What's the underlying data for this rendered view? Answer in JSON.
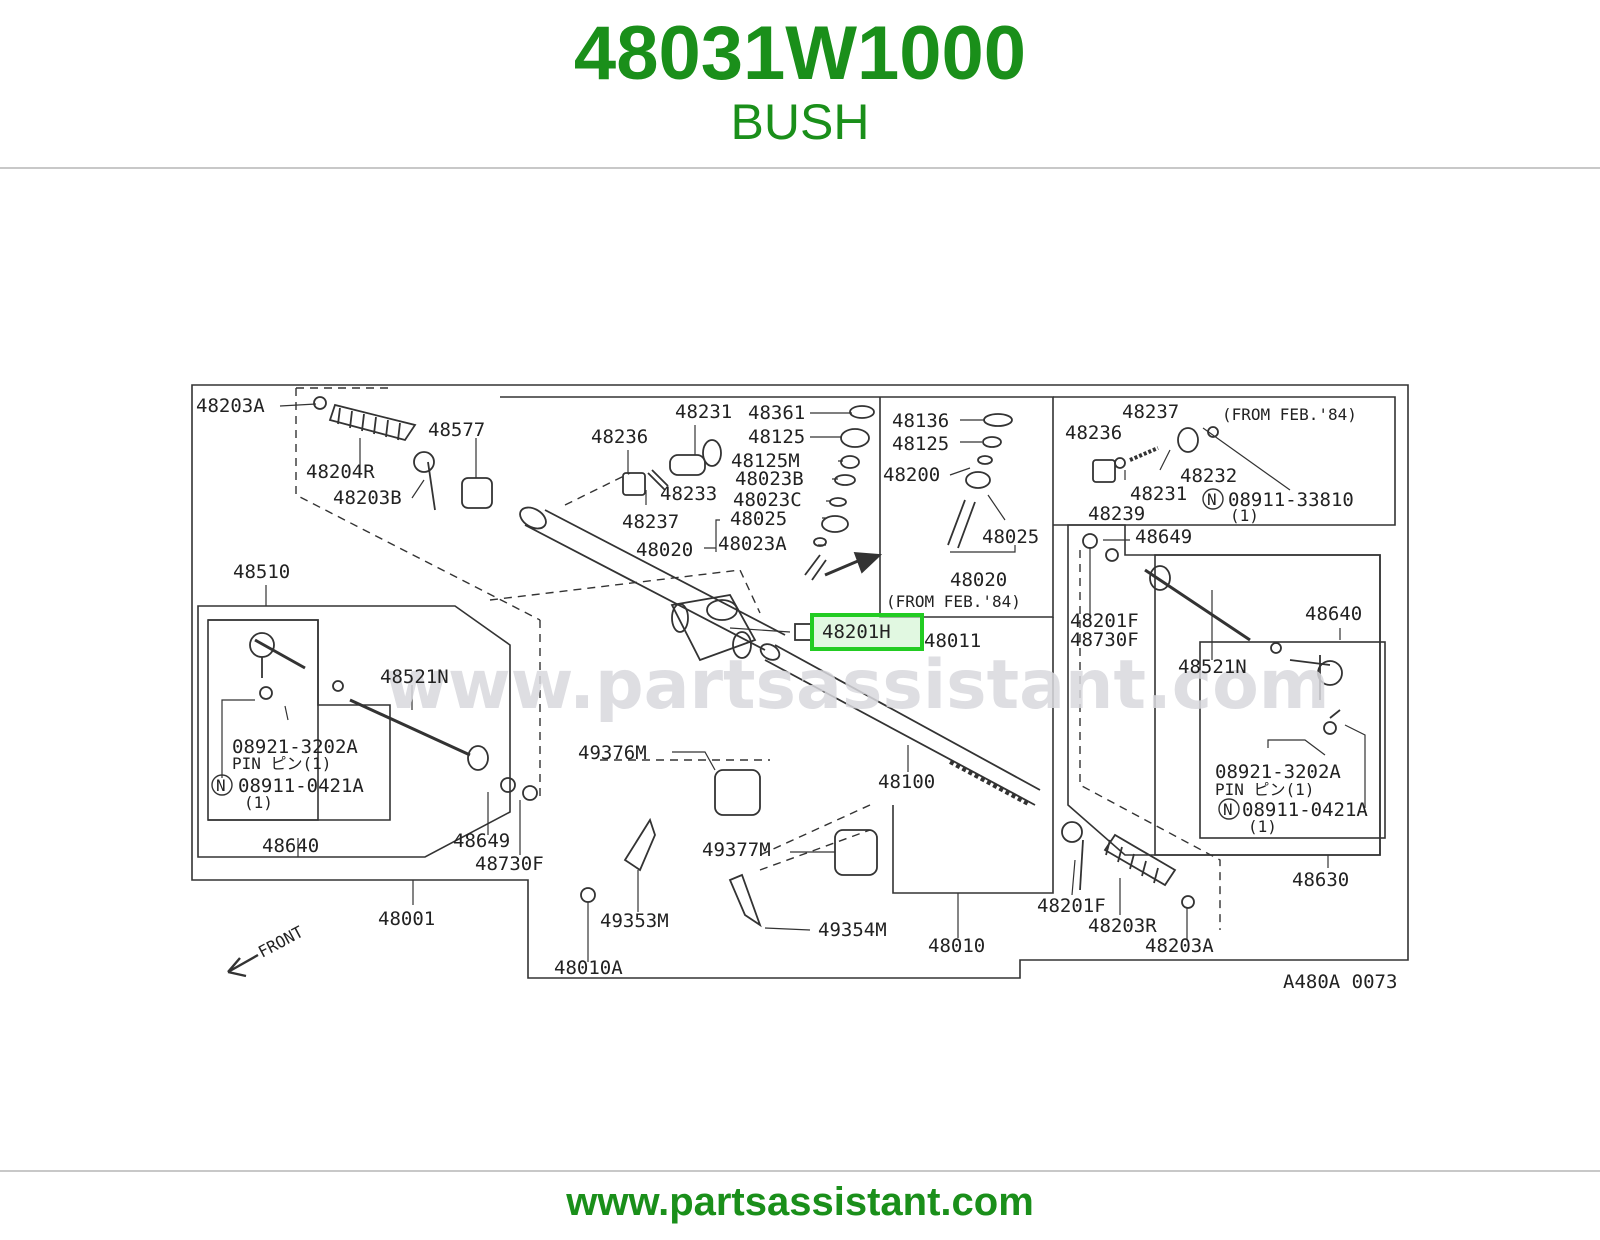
{
  "header": {
    "part_number": "48031W1000",
    "part_name": "BUSH"
  },
  "footer": {
    "site": "www.partsassistant.com"
  },
  "watermark": "www.partsassistant.com",
  "highlight": {
    "label": "48201H",
    "color": "#22cc22"
  },
  "colors": {
    "brand_green": "#1a8f1a",
    "line": "#333333"
  },
  "labels": {
    "l48203A_top": "48203A",
    "l48204R": "48204R",
    "l48577": "48577",
    "l48203B": "48203B",
    "l48231_c": "48231",
    "l48236_c": "48236",
    "l48233": "48233",
    "l48237_c": "48237",
    "l48020_c": "48020",
    "l48361": "48361",
    "l48125_c": "48125",
    "l48125M": "48125M",
    "l48023B": "48023B",
    "l48023C": "48023C",
    "l48025_c": "48025",
    "l48023A": "48023A",
    "l48011": "48011",
    "l48136": "48136",
    "l48125_r": "48125",
    "l48200": "48200",
    "l48025_r": "48025",
    "l48020_r": "48020",
    "from_feb_84_a": "(FROM FEB.'84)",
    "l48237_r": "48237",
    "from_feb_84_b": "(FROM FEB.'84)",
    "l48236_r": "48236",
    "l48232": "48232",
    "l48231_r": "48231",
    "l08911_33810": "08911-33810",
    "qty_1_a": "(1)",
    "l48239": "48239",
    "l48649_r": "48649",
    "l48201F_a": "48201F",
    "l48730F_a": "48730F",
    "l48521N_r": "48521N",
    "l48640_r": "48640",
    "l08921_r": "08921-3202A",
    "pin_r": "PIN ピン(1)",
    "l08911_0421A_r": "08911-0421A",
    "qty_1_r": "(1)",
    "l48630": "48630",
    "l48510": "48510",
    "l48521N_l": "48521N",
    "l08921_l": "08921-3202A",
    "pin_l": "PIN ピン(1)",
    "l08911_0421A_l": "08911-0421A",
    "qty_1_l": "(1)",
    "l48640_l": "48640",
    "l48649_l": "48649",
    "l48730F_l": "48730F",
    "l49376M": "49376M",
    "l48100": "48100",
    "l49377M": "49377M",
    "l49353M": "49353M",
    "l49354M": "49354M",
    "l48010A": "48010A",
    "l48001": "48001",
    "l48010": "48010",
    "l48201F_b": "48201F",
    "l48203R": "48203R",
    "l48203A_b": "48203A",
    "front": "FRONT",
    "diagram_code": "A480A 0073"
  }
}
